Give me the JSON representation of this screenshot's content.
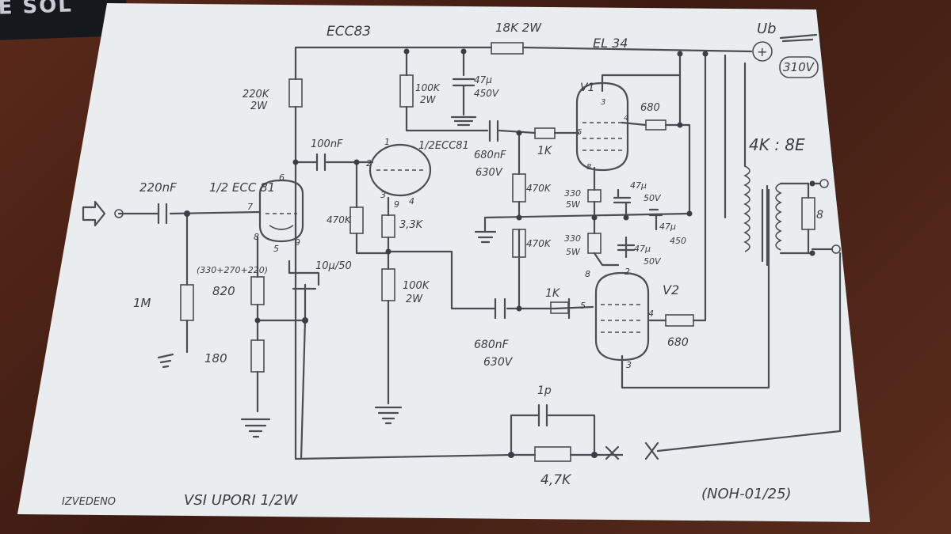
{
  "card_text": "E SOL",
  "tubes": {
    "preamp_type": "ECC83",
    "v_half_label": "1/2 ECC 81",
    "v_half_label2": "1/2ECC81",
    "power_type": "EL 34",
    "v1": "V1",
    "v2": "V2"
  },
  "supply": {
    "ub_label": "Ub",
    "plus_sign": "+",
    "voltage": "310V",
    "dropper": "18K 2W"
  },
  "components": {
    "r_220k": "220K",
    "r_220k_w": "2W",
    "c_100nf": "100nF",
    "c_220nf": "220nF",
    "r_1m": "1M",
    "r_cathode_series": "(330+270+220)",
    "r_820": "820",
    "r_180": "180",
    "c_10u": "10µ/50",
    "r_470k_a": "470K",
    "r_100k_2w_a": "100K",
    "r_100k_2w_a_w": "2W",
    "c_47u_450": "47µ",
    "c_47u_450_v": "450V",
    "r_3_3k": "3,3K",
    "r_100k_b": "100K",
    "r_100k_b_w": "2W",
    "c_680nf_a": "680nF",
    "c_680nf_a_v": "630V",
    "r_1k_a": "1K",
    "r_470k_b": "470K",
    "r_470k_c": "470K",
    "c_680nf_b": "680nF",
    "c_680nf_b_v": "630V",
    "r_1k_b": "1K",
    "r_680_a": "680",
    "r_680_b": "680",
    "r_330_a": "330",
    "r_330_a_w": "5W",
    "r_330_b": "330",
    "r_330_b_w": "5W",
    "c_47u_50_a": "47µ",
    "c_47u_50_a_v": "50V",
    "c_47u_50_b": "47µ",
    "c_47u_50_b_v": "50V",
    "c_47u_450_b": "47µ",
    "c_47u_450_b_v": "450",
    "transformer": "4K : 8E",
    "speaker_label": "8",
    "fb_cap": "1p",
    "fb_res": "4,7K"
  },
  "pins": [
    "6",
    "7",
    "8",
    "5",
    "9",
    "1",
    "2",
    "3",
    "9",
    "4",
    "3",
    "4",
    "5",
    "8",
    "8",
    "2",
    "5",
    "4",
    "3"
  ],
  "notes": {
    "left": "IZVEDENO",
    "middle": "VSI UPORI 1/2W",
    "right": "(NOH-01/25)"
  },
  "colors": {
    "paper": "#e9edf0",
    "ink": "#3a3d44",
    "table": "#4a2418"
  }
}
